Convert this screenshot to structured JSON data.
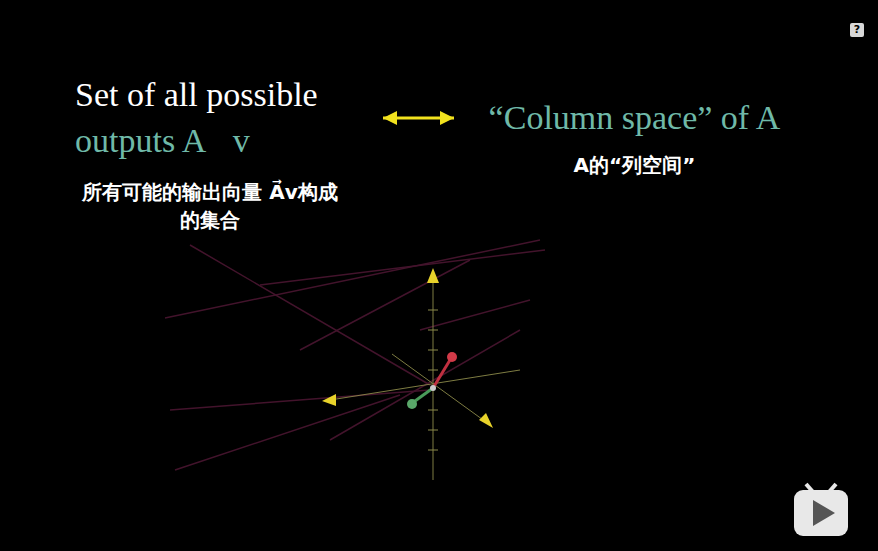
{
  "diagram": {
    "nodes": [
      {
        "text": [
          "Set of all possible outputs A⃗v",
          "所有可能的输出向量 A⃗v构成的集合"
        ]
      },
      {
        "text": [
          "“Column space” of A",
          "A的“列空间”"
        ]
      }
    ],
    "edges": [
      {
        "from": 0,
        "to": 1,
        "arrow": "both"
      }
    ],
    "labels": [
      "?"
    ]
  }
}
